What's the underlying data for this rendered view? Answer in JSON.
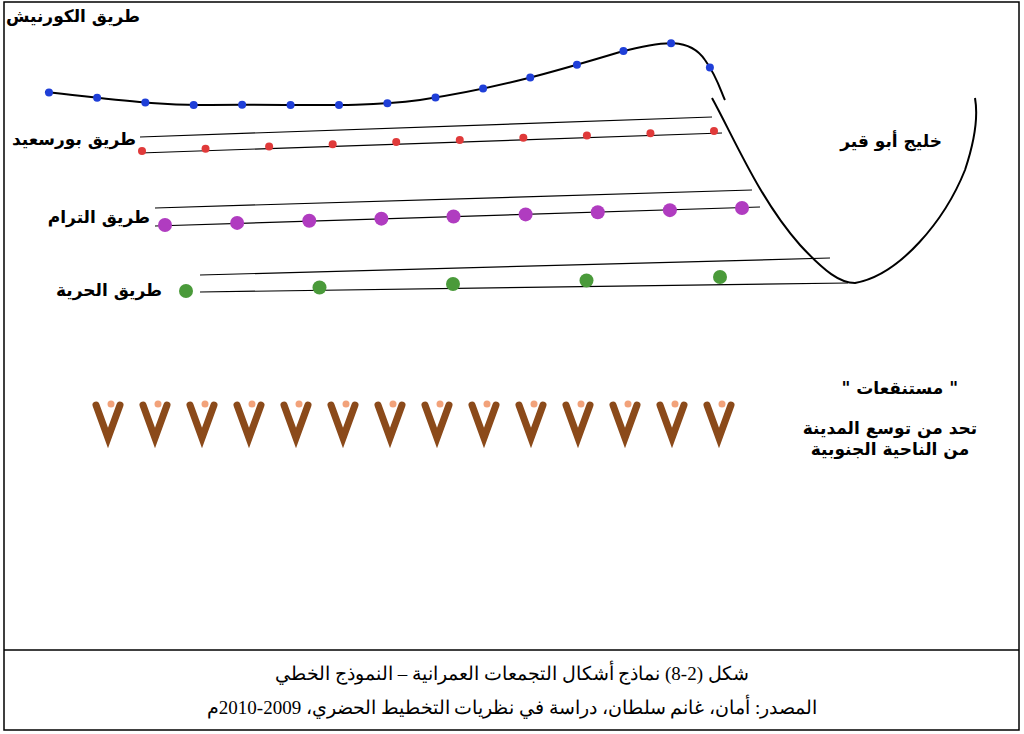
{
  "diagram": {
    "caption": "شكل (2-8) نماذج أشكال التجمعات العمرانية – النموذج الخطي",
    "labels": [
      "طريق الكورنيش",
      "طريق بورسعيد",
      "طريق الترام",
      "طريق الحرية",
      "خليج أبو قير",
      "\" مستنقعات \"",
      "تحد من توسع المدينة من الناحية الجنوبية",
      "المصدر: أمان، غانم سلطان، دراسة في نظريات التخطيط الحضري، 2009-2010م"
    ]
  }
}
